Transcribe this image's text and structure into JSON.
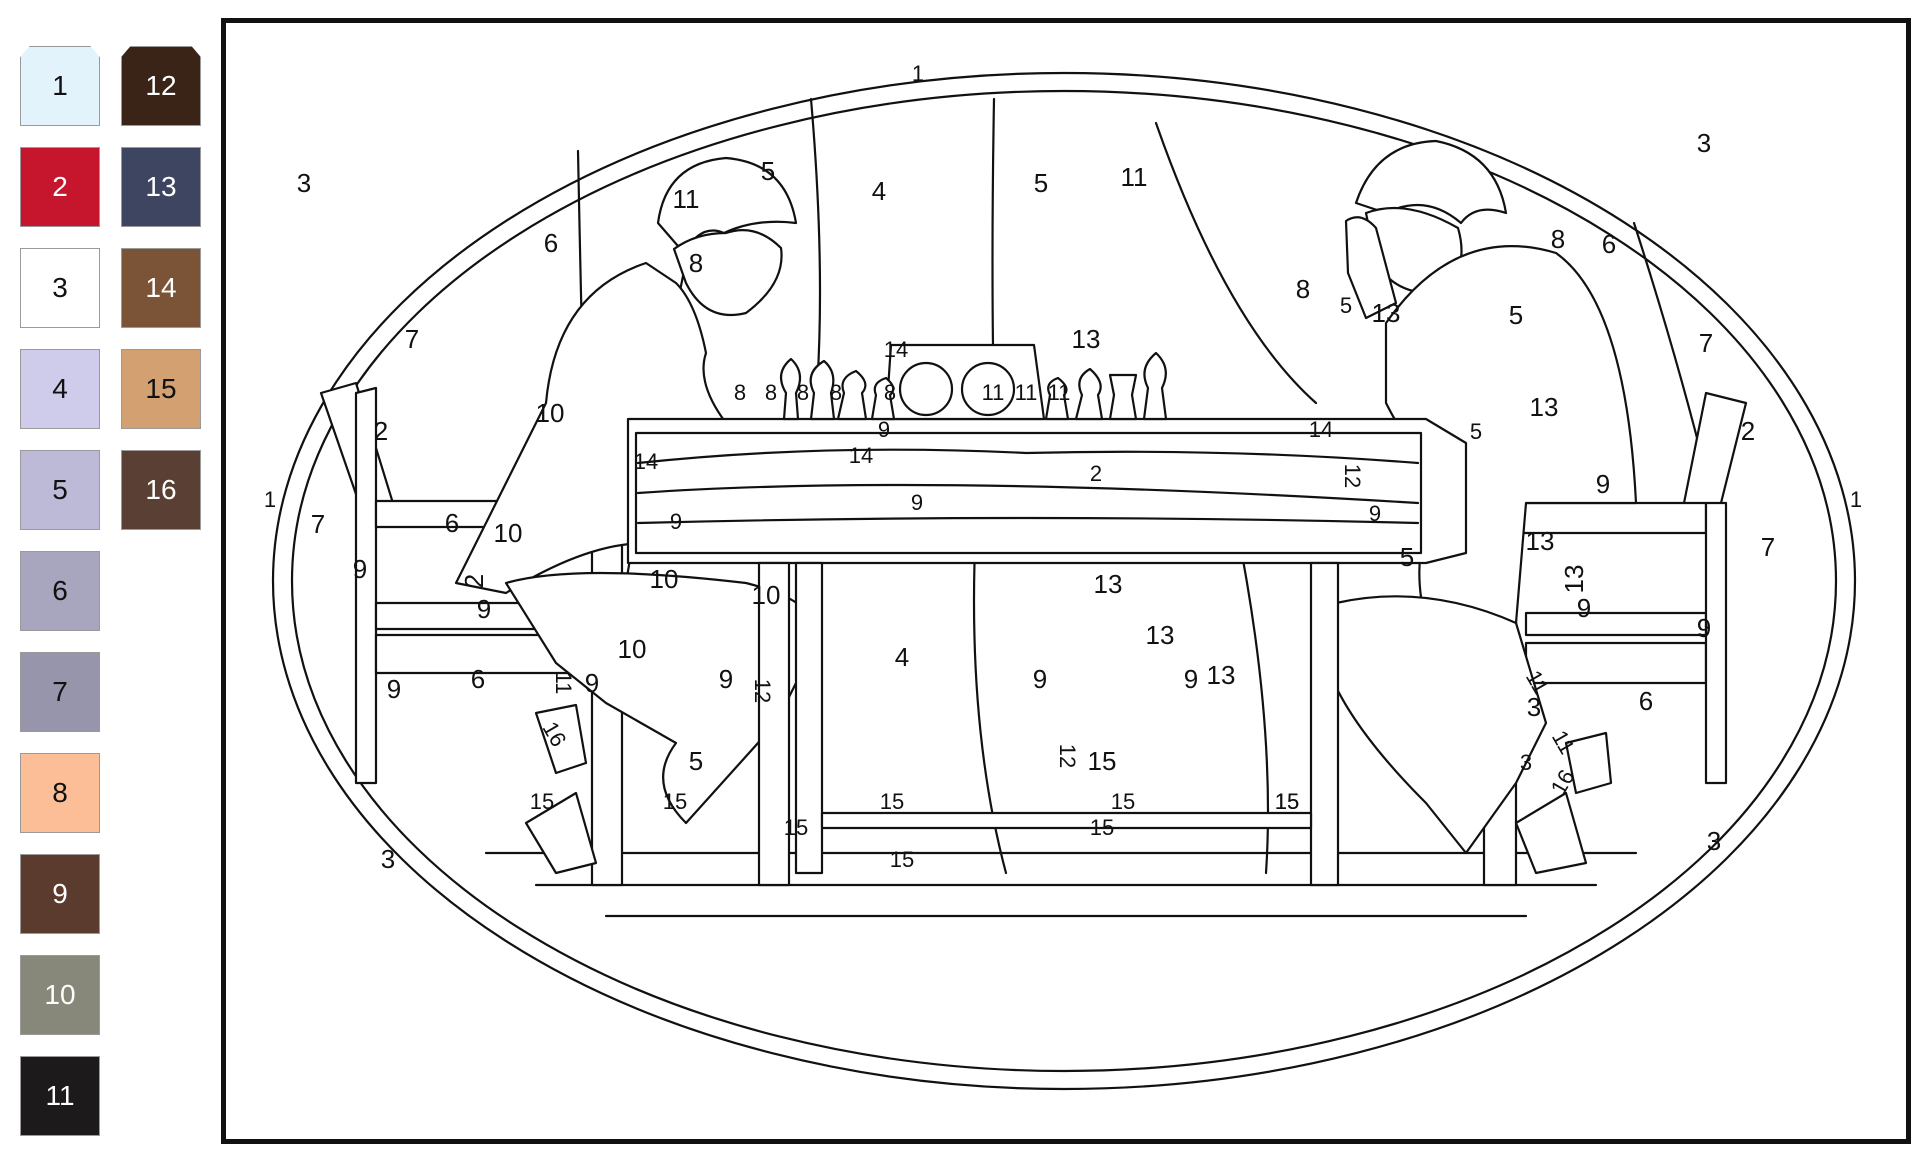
{
  "palette": [
    {
      "number": "1",
      "color": "#e3f3fb",
      "text_color": "#111111",
      "selected": true
    },
    {
      "number": "2",
      "color": "#c5162d",
      "text_color": "#ffffff",
      "selected": false
    },
    {
      "number": "3",
      "color": "#ffffff",
      "text_color": "#111111",
      "selected": false
    },
    {
      "number": "4",
      "color": "#cfcbea",
      "text_color": "#111111",
      "selected": false
    },
    {
      "number": "5",
      "color": "#bdbad7",
      "text_color": "#111111",
      "selected": false
    },
    {
      "number": "6",
      "color": "#a8a6bf",
      "text_color": "#111111",
      "selected": false
    },
    {
      "number": "7",
      "color": "#9795ab",
      "text_color": "#111111",
      "selected": false
    },
    {
      "number": "8",
      "color": "#fbbe97",
      "text_color": "#111111",
      "selected": false
    },
    {
      "number": "9",
      "color": "#5b3b2d",
      "text_color": "#ffffff",
      "selected": false
    },
    {
      "number": "10",
      "color": "#87877a",
      "text_color": "#ffffff",
      "selected": false
    },
    {
      "number": "11",
      "color": "#1c1a1b",
      "text_color": "#ffffff",
      "selected": false
    },
    {
      "number": "12",
      "color": "#3a2418",
      "text_color": "#ffffff",
      "selected": true
    },
    {
      "number": "13",
      "color": "#3d4560",
      "text_color": "#ffffff",
      "selected": false
    },
    {
      "number": "14",
      "color": "#7b5336",
      "text_color": "#ffffff",
      "selected": false
    },
    {
      "number": "15",
      "color": "#d2a071",
      "text_color": "#111111",
      "selected": false
    },
    {
      "number": "16",
      "color": "#5a4034",
      "text_color": "#ffffff",
      "selected": false
    }
  ],
  "region_labels": [
    "1",
    "1",
    "1",
    "3",
    "3",
    "3",
    "3",
    "5",
    "4",
    "5",
    "11",
    "11",
    "8",
    "8",
    "8",
    "6",
    "6",
    "7",
    "7",
    "7",
    "7",
    "2",
    "2",
    "10",
    "10",
    "10",
    "10",
    "10",
    "6",
    "6",
    "6",
    "9",
    "9",
    "9",
    "9",
    "9",
    "9",
    "9",
    "9",
    "9",
    "9",
    "9",
    "2",
    "2",
    "13",
    "13",
    "13",
    "13",
    "13",
    "13",
    "13",
    "13",
    "5",
    "5",
    "5",
    "5",
    "15",
    "14",
    "14",
    "14",
    "14",
    "9",
    "9",
    "9",
    "12",
    "12",
    "12",
    "4",
    "8",
    "8",
    "8",
    "8",
    "8",
    "11",
    "11",
    "11",
    "11",
    "11",
    "11",
    "16",
    "16",
    "3",
    "3",
    "15",
    "15",
    "15",
    "15",
    "15",
    "15",
    "15",
    "15",
    "15",
    "5"
  ]
}
